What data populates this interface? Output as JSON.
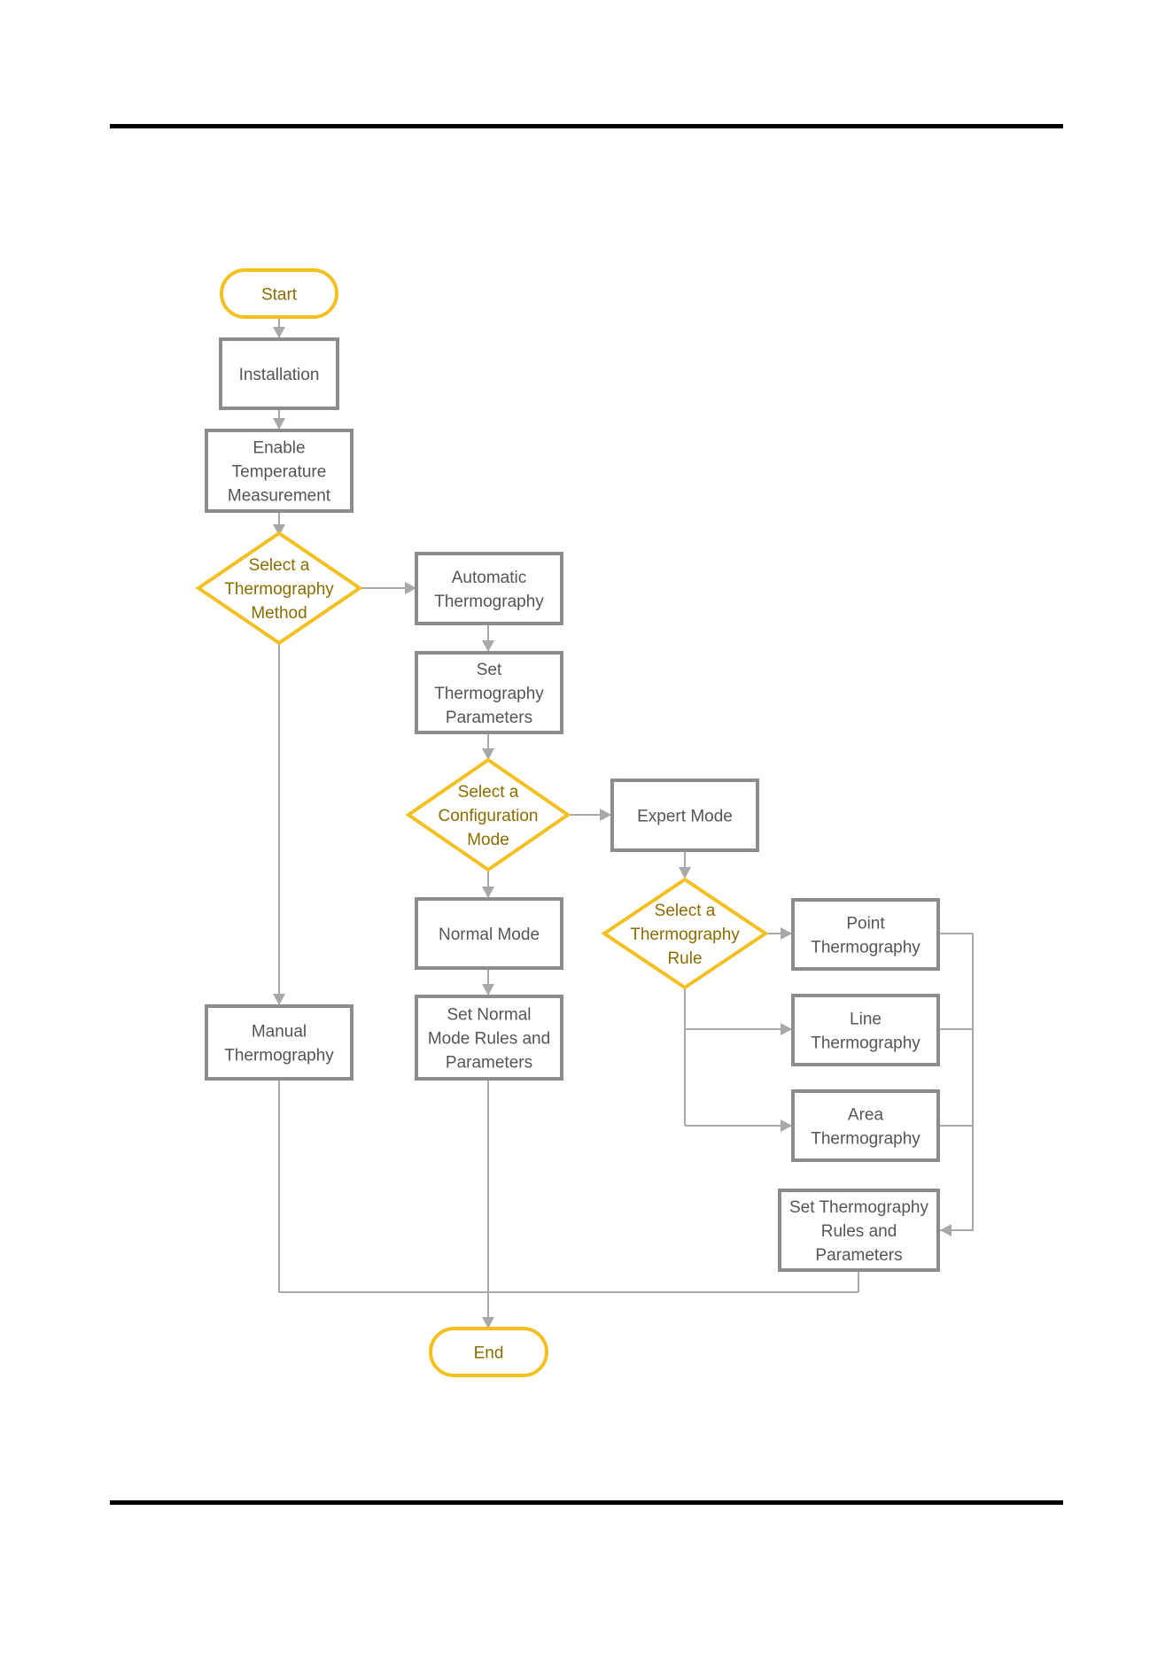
{
  "accent_color": "#f4c020",
  "box_border_color": "#8c8c8c",
  "connector_color": "#a8a8a8",
  "flowchart": {
    "start": "Start",
    "end": "End",
    "installation": [
      "Installation"
    ],
    "enable_temp": [
      "Enable",
      "Temperature",
      "Measurement"
    ],
    "select_method": [
      "Select a",
      "Thermography",
      "Method"
    ],
    "automatic": [
      "Automatic",
      "Thermography"
    ],
    "set_params": [
      "Set",
      "Thermography",
      "Parameters"
    ],
    "select_config": [
      "Select a",
      "Configuration",
      "Mode"
    ],
    "expert_mode": [
      "Expert Mode"
    ],
    "normal_mode": [
      "Normal Mode"
    ],
    "set_normal": [
      "Set Normal",
      "Mode Rules and",
      "Parameters"
    ],
    "manual": [
      "Manual",
      "Thermography"
    ],
    "select_rule": [
      "Select a",
      "Thermography",
      "Rule"
    ],
    "point": [
      "Point",
      "Thermography"
    ],
    "line": [
      "Line",
      "Thermography"
    ],
    "area": [
      "Area",
      "Thermography"
    ],
    "set_rules": [
      "Set Thermography",
      "Rules and",
      "Parameters"
    ]
  }
}
